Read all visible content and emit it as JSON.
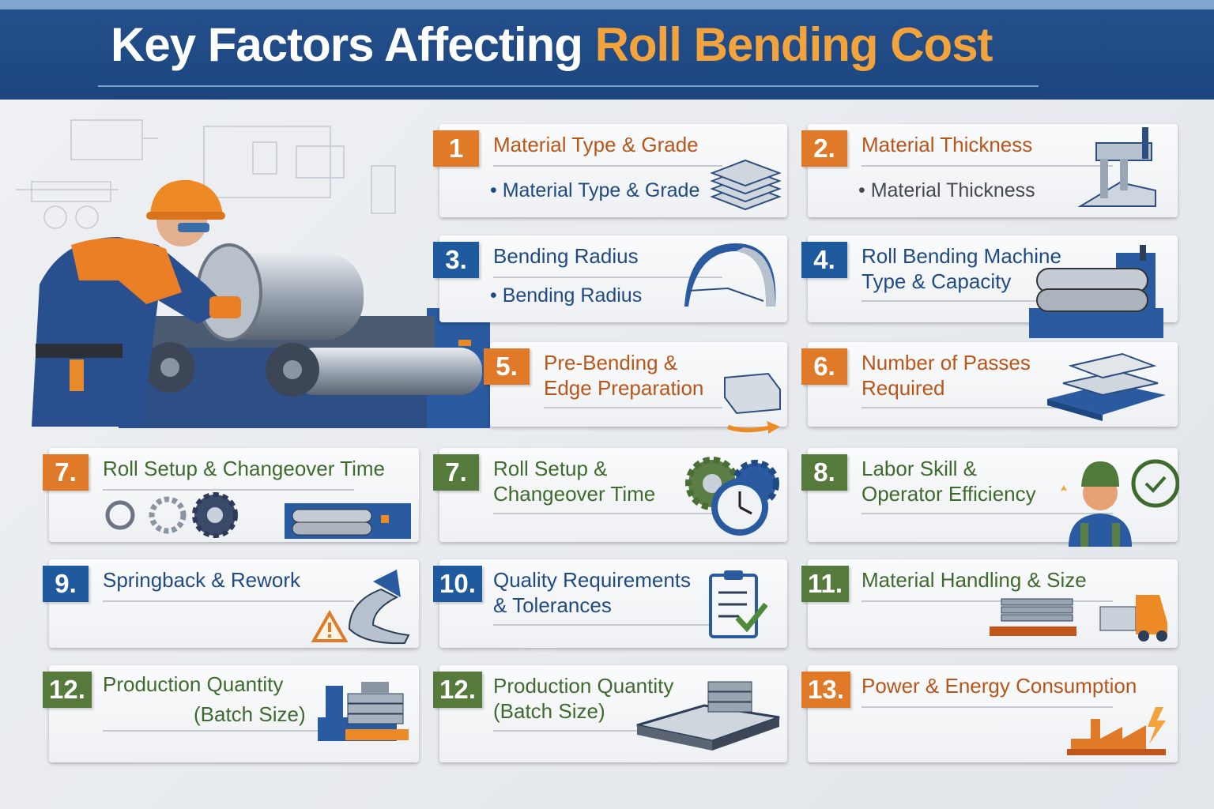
{
  "header": {
    "title_main": "Key Factors Affecting",
    "title_accent": "Roll Bending Cost"
  },
  "colors": {
    "orange": "#e07a28",
    "blue": "#1f5a9e",
    "green": "#557a3c",
    "navy": "#1e4a85",
    "title_accent": "#f2a33c"
  },
  "factors": [
    {
      "number": "1",
      "title": [
        "Material Type & Grade"
      ],
      "bullet": "Material Type & Grade",
      "badge_color": "orange",
      "title_color": "orange",
      "bullet_color": "blue",
      "icon": "stacked-plates-icon"
    },
    {
      "number": "2.",
      "title": [
        "Material Thickness"
      ],
      "bullet": "Material Thickness",
      "badge_color": "orange",
      "title_color": "orange",
      "bullet_color": "gray",
      "icon": "caliper-icon"
    },
    {
      "number": "3.",
      "title": [
        "Bending Radius"
      ],
      "bullet": "Bending Radius",
      "badge_color": "blue",
      "title_color": "blue",
      "bullet_color": "blue",
      "icon": "bent-arc-icon"
    },
    {
      "number": "4.",
      "title": [
        "Roll Bending Machine",
        "Type & Capacity"
      ],
      "badge_color": "blue",
      "title_color": "blue",
      "icon": "roll-machine-icon"
    },
    {
      "number": "5.",
      "title": [
        "Pre-Bending &",
        "Edge Preparation"
      ],
      "badge_color": "orange",
      "title_color": "orange",
      "icon": "edge-prep-arrow-icon"
    },
    {
      "number": "6.",
      "title": [
        "Number of Passes",
        "Required"
      ],
      "badge_color": "orange",
      "title_color": "orange",
      "icon": "stacked-sheets-icon"
    },
    {
      "number": "7.",
      "title": [
        "Roll Setup & Changeover Time"
      ],
      "badge_color": "orange",
      "title_color": "green",
      "icon": "gears-machine-icon"
    },
    {
      "number": "7.",
      "title": [
        "Roll Setup &",
        "Changeover Time"
      ],
      "badge_color": "green",
      "title_color": "green",
      "icon": "gears-clock-icon"
    },
    {
      "number": "8.",
      "title": [
        "Labor Skill &",
        "Operator Efficiency"
      ],
      "badge_color": "green",
      "title_color": "green",
      "icon": "operator-clock-icon"
    },
    {
      "number": "9.",
      "title": [
        "Springback & Rework"
      ],
      "badge_color": "blue",
      "title_color": "blue",
      "icon": "warning-springback-icon"
    },
    {
      "number": "10.",
      "title": [
        "Quality Requirements",
        "& Tolerances"
      ],
      "badge_color": "blue",
      "title_color": "blue",
      "icon": "clipboard-check-icon"
    },
    {
      "number": "11.",
      "title": [
        "Material Handling & Size"
      ],
      "badge_color": "green",
      "title_color": "green",
      "icon": "forklift-icon"
    },
    {
      "number": "12.",
      "title": [
        "Production Quantity",
        "(Batch Size)"
      ],
      "badge_color": "green",
      "title_color": "green",
      "icon": "pallet-stack-icon"
    },
    {
      "number": "12.",
      "title": [
        "Production Quantity",
        "(Batch Size)"
      ],
      "badge_color": "green",
      "title_color": "green",
      "icon": "scale-platform-icon"
    },
    {
      "number": "13.",
      "title": [
        "Power & Energy Consumption"
      ],
      "badge_color": "orange",
      "title_color": "orange",
      "icon": "factory-power-icon"
    }
  ]
}
